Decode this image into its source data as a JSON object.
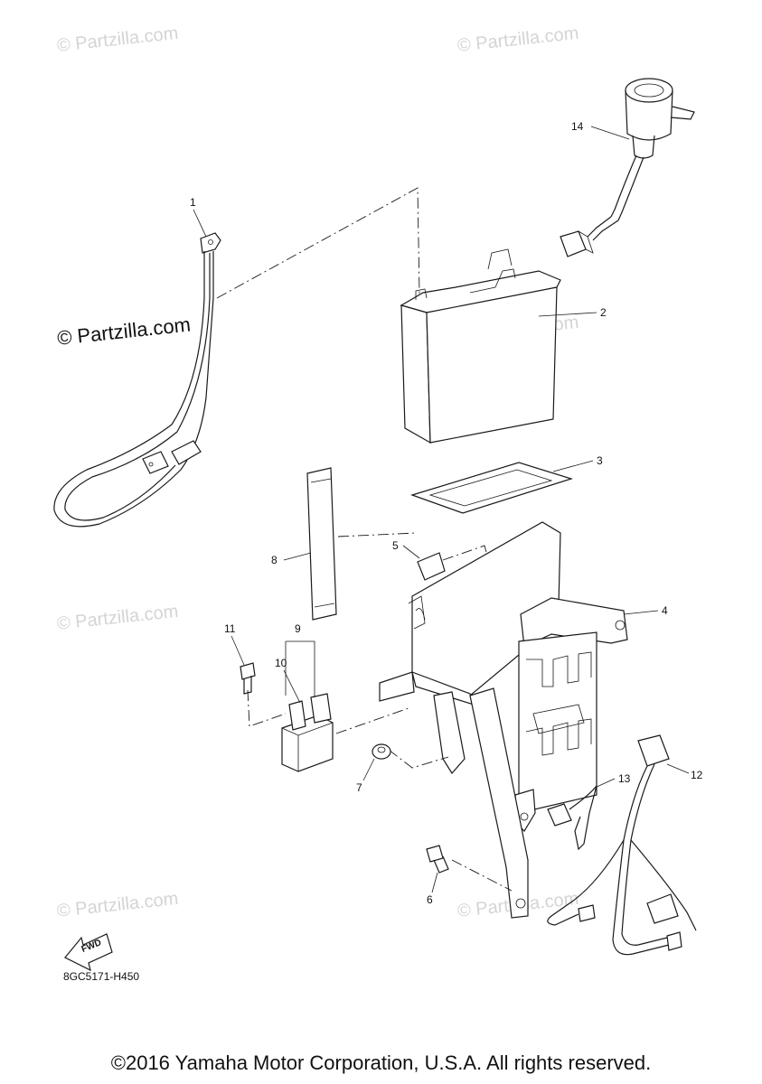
{
  "watermarks": {
    "light": "© Partzilla.com",
    "dark": "© Partzilla.com"
  },
  "callouts": {
    "c1": "1",
    "c2": "2",
    "c3": "3",
    "c4": "4",
    "c5": "5",
    "c6": "6",
    "c7": "7",
    "c8": "8",
    "c9": "9",
    "c10": "10",
    "c11": "11",
    "c12": "12",
    "c13": "13",
    "c14": "14"
  },
  "fwd_label": "FWD",
  "diagram_code": "8GC5171-H450",
  "copyright": "©2016 Yamaha Motor Corporation, U.S.A. All rights reserved."
}
